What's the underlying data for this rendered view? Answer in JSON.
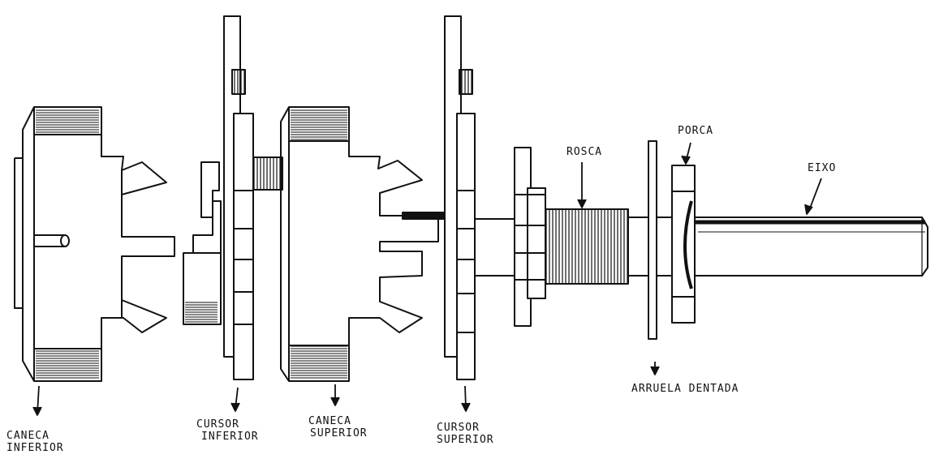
{
  "diagram": {
    "colors": {
      "ink": "#111111",
      "paper": "#ffffff",
      "hatch": "#222222"
    },
    "labels": {
      "caneca_inferior": [
        "CANECA",
        "INFERIOR"
      ],
      "cursor_inferior": [
        "CURSOR",
        "INFERIOR"
      ],
      "caneca_superior": [
        "CANECA",
        "SUPERIOR"
      ],
      "cursor_superior": [
        "CURSOR",
        "SUPERIOR"
      ],
      "rosca": "ROSCA",
      "porca": "PORCA",
      "eixo": "EIXO",
      "arruela_dentada": "ARRUELA DENTADA"
    }
  }
}
